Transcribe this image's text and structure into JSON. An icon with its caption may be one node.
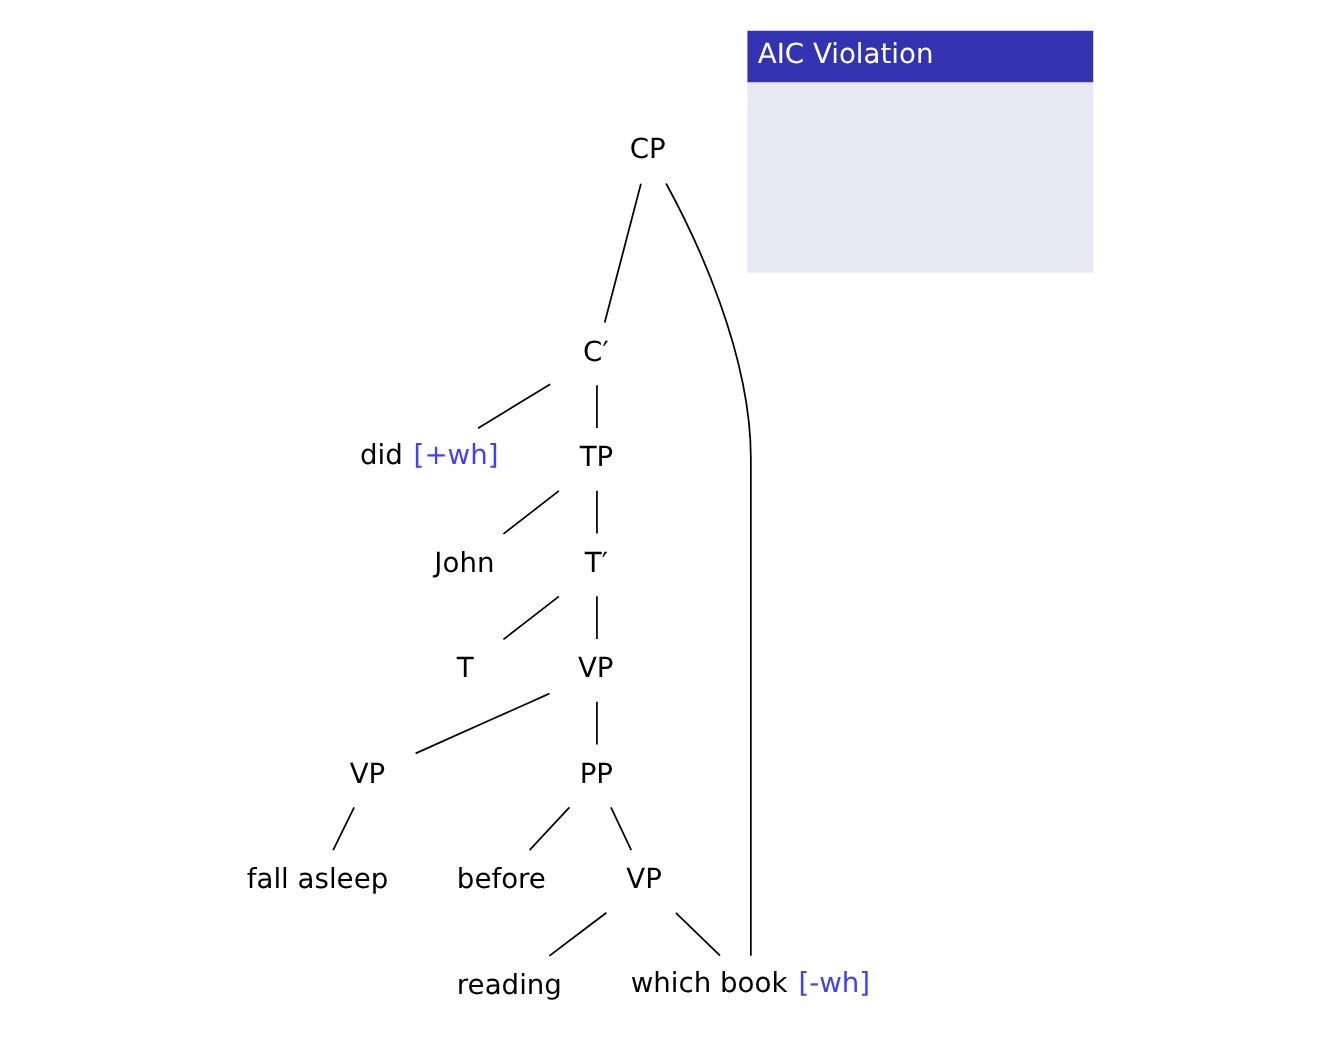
{
  "diagram": {
    "nodes": [
      {
        "text": [
          "CP"
        ]
      },
      {
        "text": [
          "C′"
        ]
      },
      {
        "text": [
          "did"
        ],
        "beside": [
          "[+wh]"
        ]
      },
      {
        "text": [
          "TP"
        ]
      },
      {
        "text": [
          "John"
        ]
      },
      {
        "text": [
          "T′"
        ]
      },
      {
        "text": [
          "T"
        ]
      },
      {
        "text": [
          "VP"
        ]
      },
      {
        "text": [
          "VP"
        ]
      },
      {
        "text": [
          "PP"
        ]
      },
      {
        "text": [
          "fall asleep"
        ]
      },
      {
        "text": [
          "before"
        ]
      },
      {
        "text": [
          "VP"
        ]
      },
      {
        "text": [
          "reading"
        ]
      },
      {
        "text": [
          "which book"
        ],
        "beside": [
          "[-wh]"
        ]
      },
      {
        "text": [
          "AIC Violation"
        ]
      }
    ],
    "edges": [
      {
        "from": 0,
        "to": 1,
        "arrow": "none"
      },
      {
        "from": 0,
        "to": 14,
        "arrow": "none"
      },
      {
        "from": 1,
        "to": 2,
        "arrow": "none"
      },
      {
        "from": 1,
        "to": 3,
        "arrow": "none"
      },
      {
        "from": 3,
        "to": 4,
        "arrow": "none"
      },
      {
        "from": 3,
        "to": 5,
        "arrow": "none"
      },
      {
        "from": 5,
        "to": 6,
        "arrow": "none"
      },
      {
        "from": 5,
        "to": 7,
        "arrow": "none"
      },
      {
        "from": 7,
        "to": 8,
        "arrow": "none"
      },
      {
        "from": 7,
        "to": 9,
        "arrow": "none"
      },
      {
        "from": 8,
        "to": 10,
        "arrow": "none"
      },
      {
        "from": 9,
        "to": 11,
        "arrow": "none"
      },
      {
        "from": 9,
        "to": 12,
        "arrow": "none"
      },
      {
        "from": 12,
        "to": 13,
        "arrow": "none"
      },
      {
        "from": 12,
        "to": 14,
        "arrow": "none"
      }
    ]
  }
}
